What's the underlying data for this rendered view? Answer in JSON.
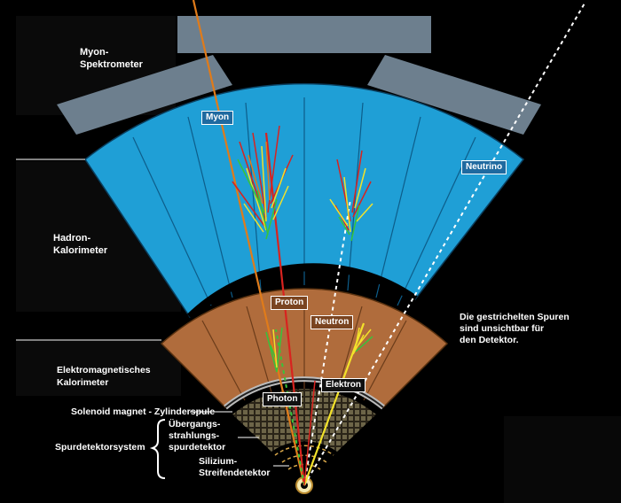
{
  "labels": {
    "myon_spektrometer": "Myon-\nSpektrometer",
    "hadron_kalorimeter": "Hadron-\nKalorimeter",
    "elektromagnetisches_kalorimeter": "Elektromagnetisches\nKalorimeter",
    "solenoid": "Solenoid magnet - Zylinderspule",
    "spurdetektorsystem": "Spurdetektorsystem",
    "uebergangsstrahlung": "Übergangs-\nstrahlungs-\nspurdetektor",
    "silizium": "Silizium-\nStreifendetektor",
    "note": "Die gestrichelten Spuren\nsind unsichtbar für\nden Detektor."
  },
  "particles": {
    "myon": "Myon",
    "neutrino": "Neutrino",
    "proton": "Proton",
    "neutron": "Neutron",
    "photon": "Photon",
    "elektron": "Elektron"
  },
  "colors": {
    "background": "#000000",
    "hadron_calorimeter": "#1f9fd6",
    "em_calorimeter": "#b06c3c",
    "muon_chamber": "#6d7f8e",
    "muon_track": "#e07b1a",
    "proton_track": "#d8231f",
    "electron_track": "#f2e22a",
    "photon_track": "#37c43a",
    "neutral_track": "#ffffff"
  }
}
